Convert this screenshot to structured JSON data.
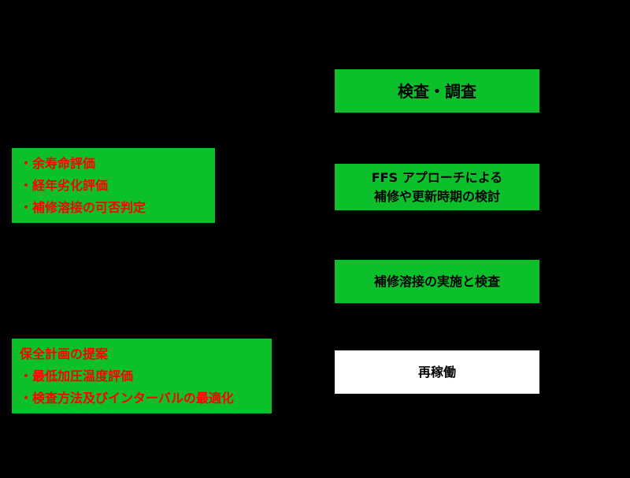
{
  "colors": {
    "background": "#000000",
    "box_green": "#0cc02c",
    "box_white": "#ffffff",
    "note_text_red": "#ff0000",
    "flow_text_black": "#000000"
  },
  "flow": {
    "step1": {
      "label": "検査・調査"
    },
    "step2": {
      "lines": [
        "FFS アプローチによる",
        "補修や更新時期の検討"
      ]
    },
    "step3": {
      "label": "補修溶接の実施と検査"
    },
    "step4": {
      "label": "再稼働"
    }
  },
  "notes": {
    "note1": {
      "lines": [
        "・余寿命評価",
        "・経年劣化評価",
        "・補修溶接の可否判定"
      ]
    },
    "note2": {
      "lines": [
        "保全計画の提案",
        "・最低加圧温度評価",
        "・検査方法及びインターバルの最適化"
      ]
    }
  }
}
